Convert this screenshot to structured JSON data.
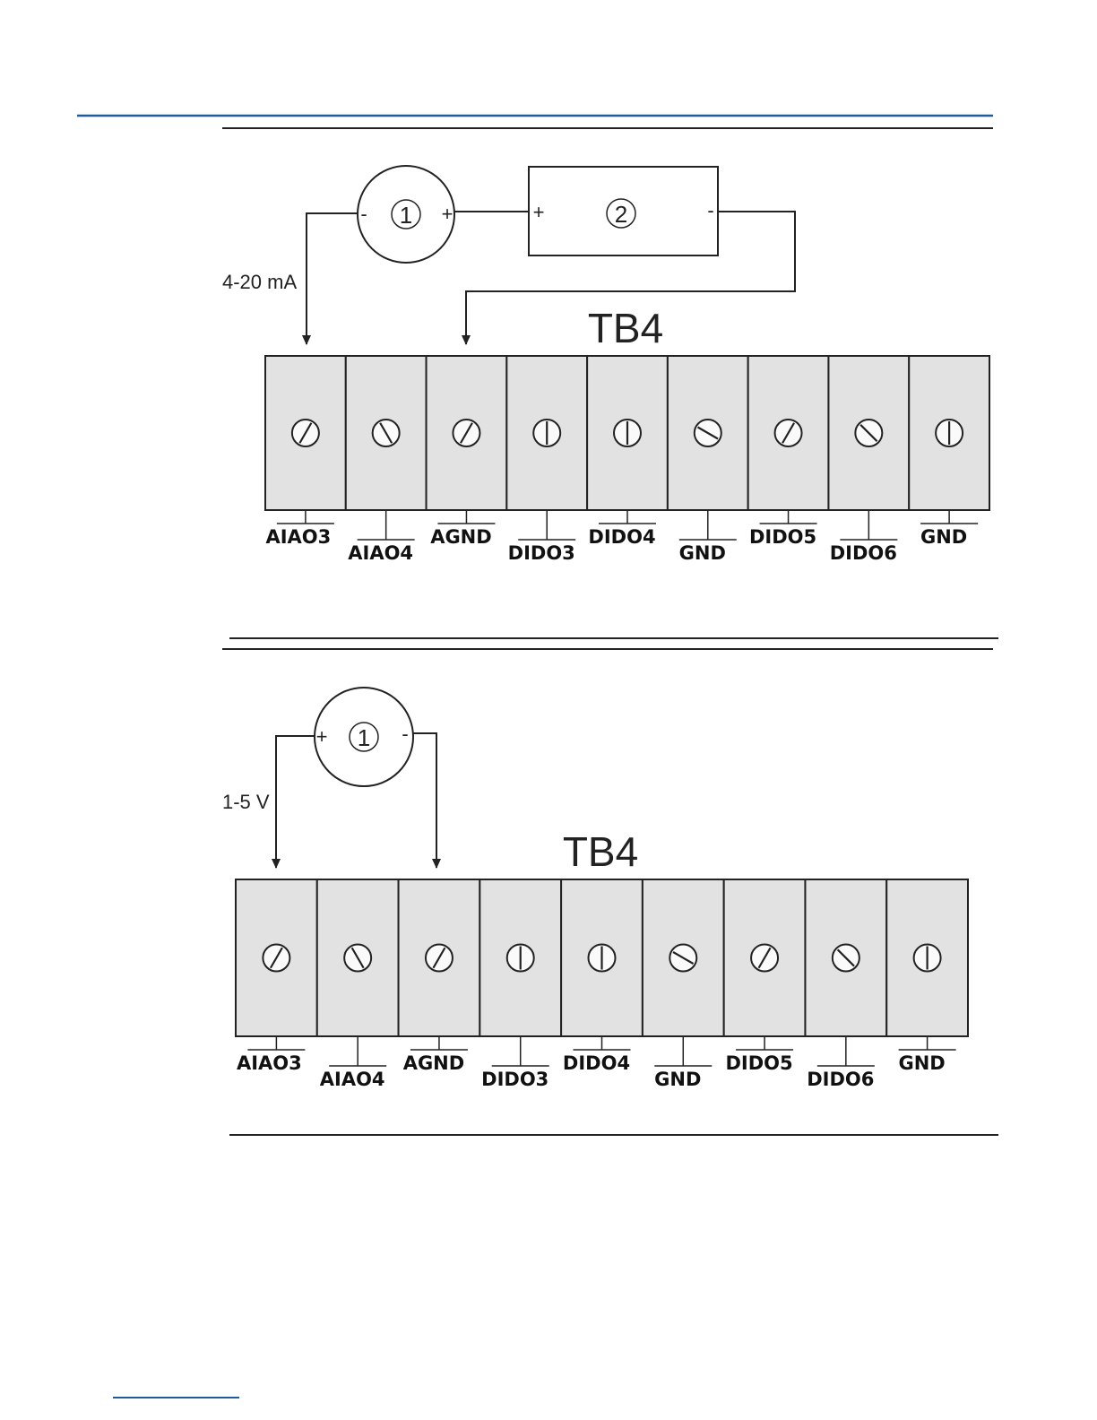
{
  "page": {
    "accent_color": "#1f5c99"
  },
  "figure_current": {
    "signal_label": "4-20 mA",
    "block_title": "TB4",
    "device1_number": "1",
    "device1_minus": "-",
    "device1_plus": "+",
    "device2_number": "2",
    "device2_plus": "+",
    "device2_minus": "-",
    "terminals": [
      "AIAO3",
      "AIAO4",
      "AGND",
      "DIDO3",
      "DIDO4",
      "GND",
      "DIDO5",
      "DIDO6",
      "GND"
    ]
  },
  "figure_voltage": {
    "signal_label": "1-5 V",
    "block_title": "TB4",
    "device1_number": "1",
    "device1_plus": "+",
    "device1_minus": "-",
    "terminals": [
      "AIAO3",
      "AIAO4",
      "AGND",
      "DIDO3",
      "DIDO4",
      "GND",
      "DIDO5",
      "DIDO6",
      "GND"
    ]
  }
}
